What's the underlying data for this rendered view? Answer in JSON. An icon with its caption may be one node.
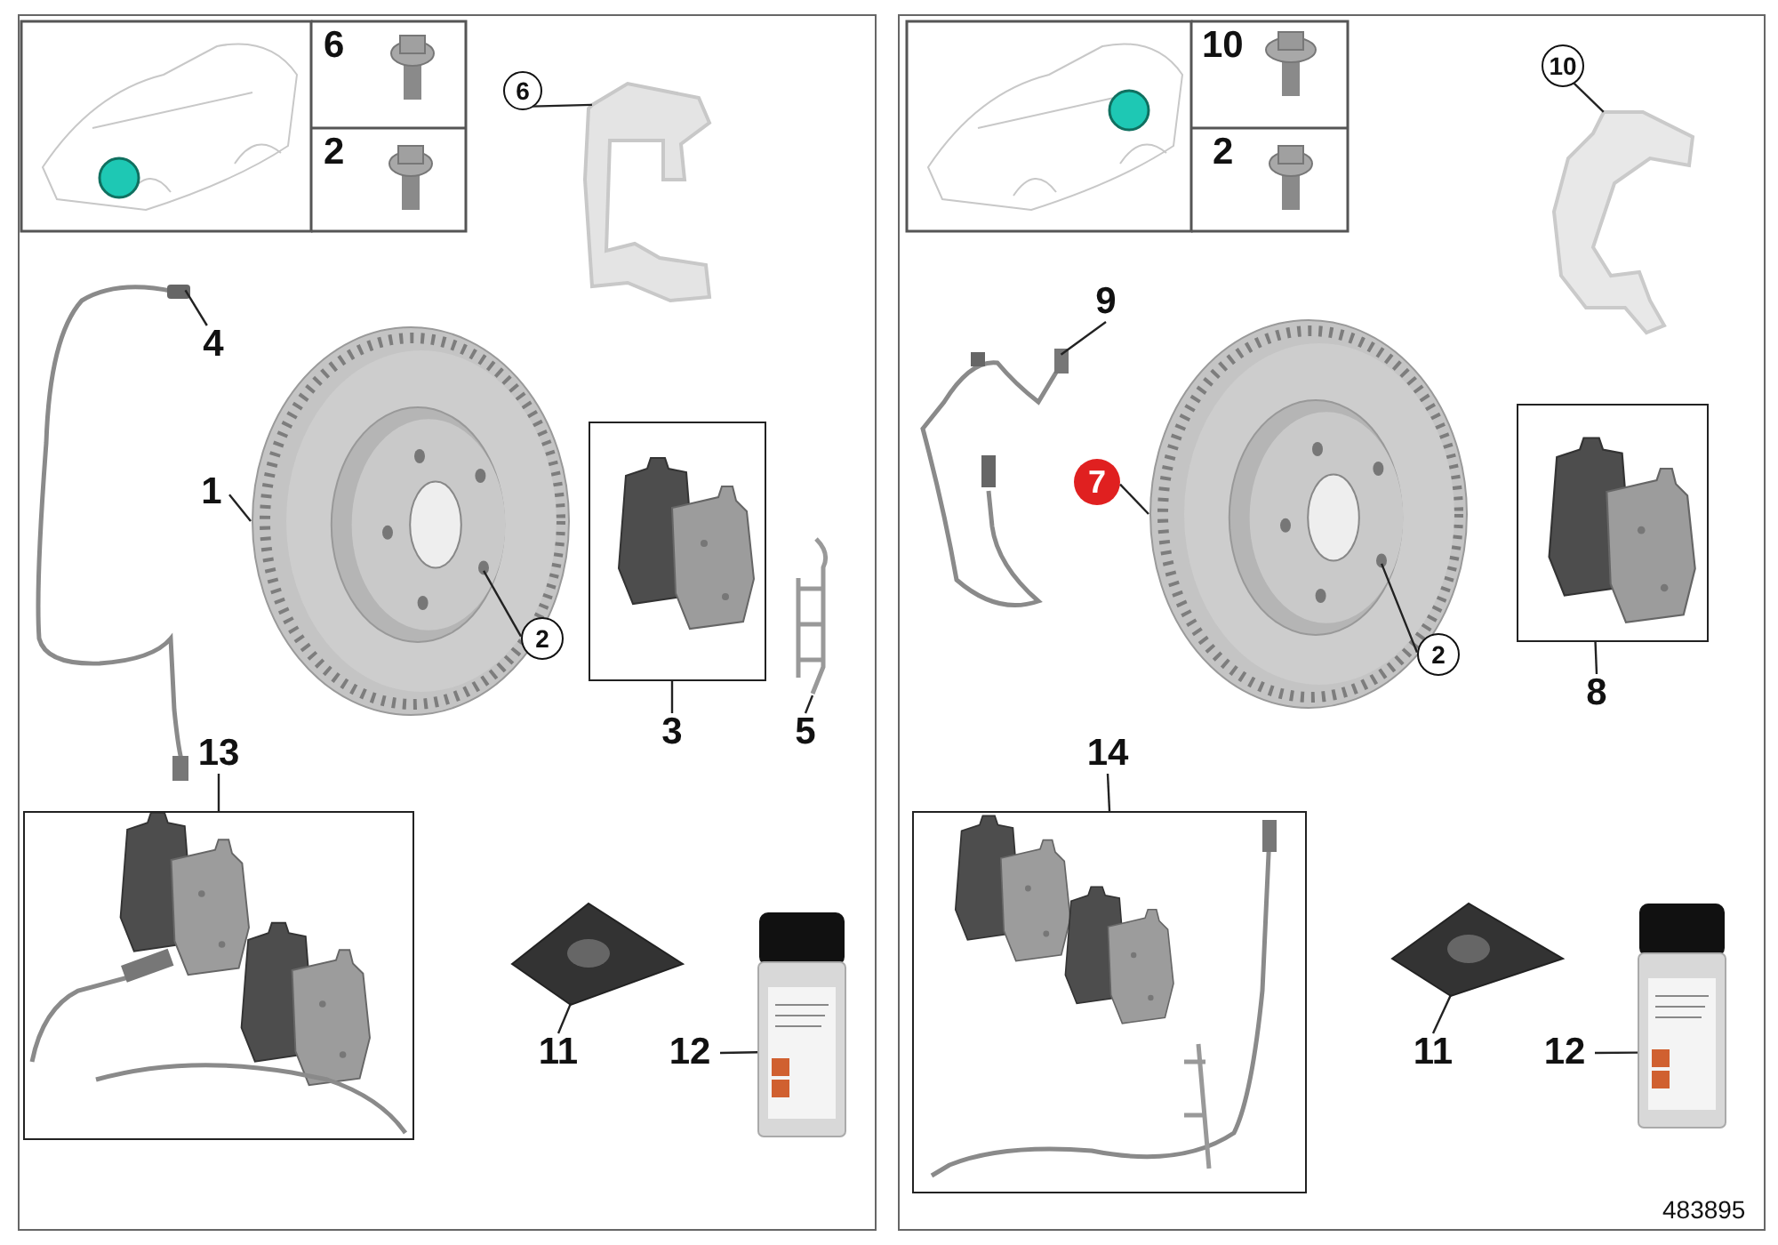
{
  "diagram": {
    "nodes": [
      {
        "text": [],
        "shape": "box"
      },
      {
        "text": [
          "6"
        ],
        "in": 0
      },
      {
        "text": [],
        "shape": "picture",
        "in": 0
      },
      {
        "text": [
          "4"
        ],
        "in": 0
      },
      {
        "text": [],
        "shape": "picture",
        "in": 0
      },
      {
        "text": [
          "1"
        ],
        "in": 0
      },
      {
        "text": [],
        "shape": "picture",
        "in": 0
      },
      {
        "text": [
          "2"
        ],
        "in": 0
      },
      {
        "text": [
          "3"
        ],
        "in": 0
      },
      {
        "text": [],
        "shape": "box",
        "in": 0
      },
      {
        "text": [
          "5"
        ],
        "in": 0
      },
      {
        "text": [],
        "shape": "picture",
        "in": 0
      },
      {
        "text": [
          "13"
        ],
        "in": 0
      },
      {
        "text": [],
        "shape": "box",
        "in": 0
      },
      {
        "text": [],
        "shape": "picture",
        "in": 0
      },
      {
        "text": [
          "11"
        ],
        "in": 0
      },
      {
        "text": [],
        "shape": "picture",
        "in": 0
      },
      {
        "text": [
          "12"
        ],
        "in": 0
      },
      {
        "text": [],
        "shape": "box"
      },
      {
        "text": [
          "10"
        ],
        "in": 18
      },
      {
        "text": [],
        "shape": "picture",
        "in": 18
      },
      {
        "text": [
          "9"
        ],
        "in": 18
      },
      {
        "text": [],
        "shape": "picture",
        "in": 18
      },
      {
        "text": [
          "7"
        ],
        "in": 18
      },
      {
        "text": [],
        "shape": "picture",
        "in": 18
      },
      {
        "text": [
          "2"
        ],
        "in": 18
      },
      {
        "text": [],
        "shape": "box",
        "in": 18
      },
      {
        "text": [
          "8"
        ],
        "in": 18
      },
      {
        "text": [
          "14"
        ],
        "in": 18
      },
      {
        "text": [],
        "shape": "box",
        "in": 18
      },
      {
        "text": [],
        "shape": "picture",
        "in": 18
      },
      {
        "text": [
          "11"
        ],
        "in": 18
      },
      {
        "text": [],
        "shape": "picture",
        "in": 18
      },
      {
        "text": [
          "12"
        ],
        "in": 18
      }
    ],
    "edges": [
      {
        "from": 1,
        "to": 2,
        "arrow": "none"
      },
      {
        "from": 3,
        "to": 4,
        "arrow": "none"
      },
      {
        "from": 5,
        "to": 6,
        "arrow": "none"
      },
      {
        "from": 7,
        "to": 6,
        "arrow": "none"
      },
      {
        "from": 8,
        "to": 9,
        "arrow": "none"
      },
      {
        "from": 10,
        "to": 11,
        "arrow": "none"
      },
      {
        "from": 12,
        "to": 13,
        "arrow": "none"
      },
      {
        "from": 15,
        "to": 14,
        "arrow": "none"
      },
      {
        "from": 17,
        "to": 16,
        "arrow": "none"
      },
      {
        "from": 19,
        "to": 20,
        "arrow": "none"
      },
      {
        "from": 21,
        "to": 22,
        "arrow": "none"
      },
      {
        "from": 23,
        "to": 24,
        "arrow": "none"
      },
      {
        "from": 25,
        "to": 24,
        "arrow": "none"
      },
      {
        "from": 27,
        "to": 26,
        "arrow": "none"
      },
      {
        "from": 28,
        "to": 29,
        "arrow": "none"
      },
      {
        "from": 31,
        "to": 30,
        "arrow": "none"
      },
      {
        "from": 33,
        "to": 32,
        "arrow": "none"
      }
    ],
    "labels": [
      "6",
      "2",
      "10",
      "2",
      "483895"
    ]
  }
}
